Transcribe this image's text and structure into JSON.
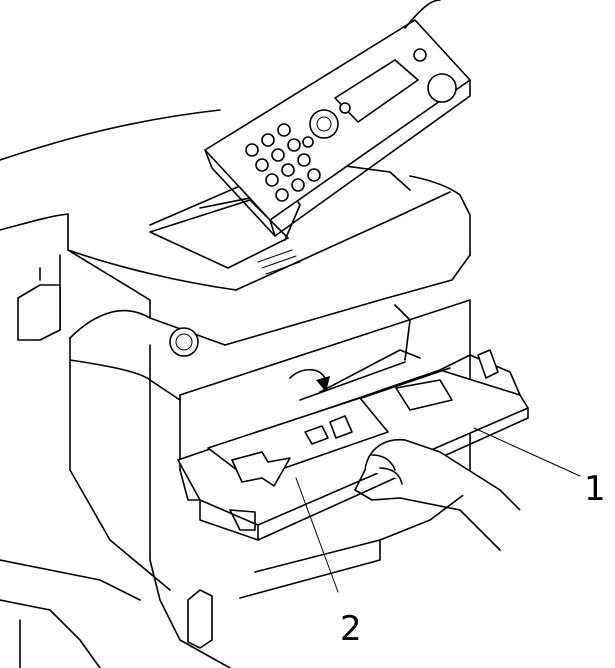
{
  "callouts": [
    {
      "label": "1",
      "part": "multi-purpose-tray"
    },
    {
      "label": "2",
      "part": "paper-support"
    }
  ],
  "colors": {
    "line": "#000000",
    "background": "#ffffff"
  }
}
